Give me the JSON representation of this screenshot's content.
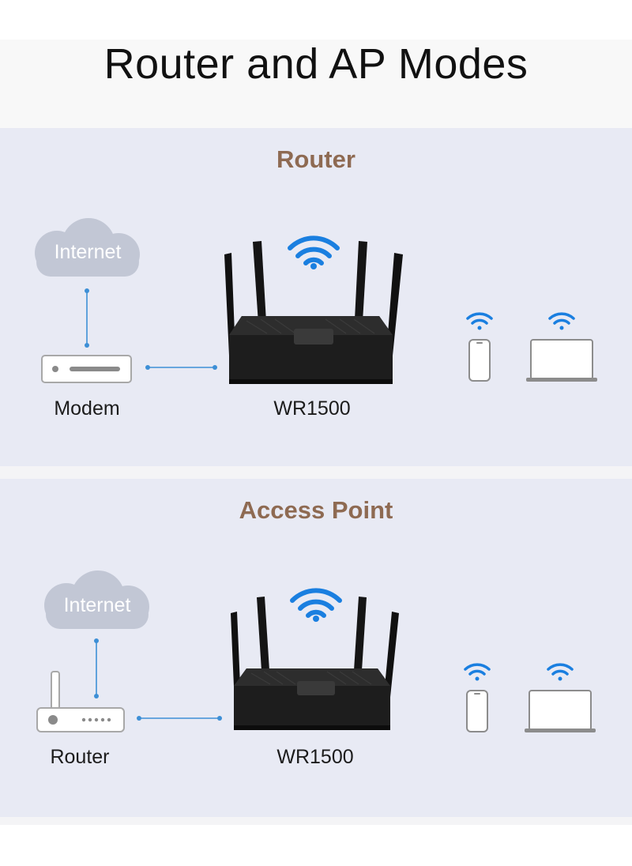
{
  "page": {
    "title": "Router and AP Modes"
  },
  "colors": {
    "panel_bg": "#e8eaf4",
    "heading": "#8e6a52",
    "wifi_blue": "#1a7fe0",
    "link_line": "#3d8fd6",
    "device_grey": "#9a9a9a",
    "router_black": "#141414"
  },
  "panels": [
    {
      "heading": "Router",
      "cloud_label": "Internet",
      "upstream_label": "Modem",
      "device_label": "WR1500",
      "upstream_icon": "modem-icon",
      "clients": [
        "phone-icon",
        "laptop-icon"
      ]
    },
    {
      "heading": "Access Point",
      "cloud_label": "Internet",
      "upstream_label": "Router",
      "device_label": "WR1500",
      "upstream_icon": "router-icon",
      "clients": [
        "phone-icon",
        "laptop-icon"
      ]
    }
  ]
}
